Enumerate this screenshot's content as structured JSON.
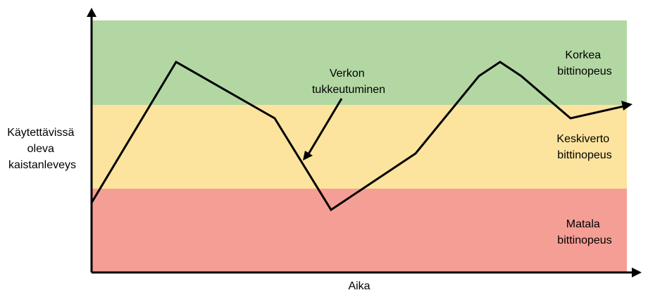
{
  "y_axis_label": [
    "Käytettävissä",
    "oleva",
    "kaistanleveys"
  ],
  "x_axis_label": "Aika",
  "zones": [
    {
      "key": "high",
      "label": [
        "Korkea",
        "bittinopeus"
      ],
      "color": "#b3d7a3"
    },
    {
      "key": "medium",
      "label": [
        "Keskiverto",
        "bittinopeus"
      ],
      "color": "#fce49e"
    },
    {
      "key": "low",
      "label": [
        "Matala",
        "bittinopeus"
      ],
      "color": "#f59e95"
    }
  ],
  "annotation": [
    "Verkon",
    "tukkeutuminen"
  ],
  "colors": {
    "line": "#000000",
    "axis": "#000000"
  }
}
